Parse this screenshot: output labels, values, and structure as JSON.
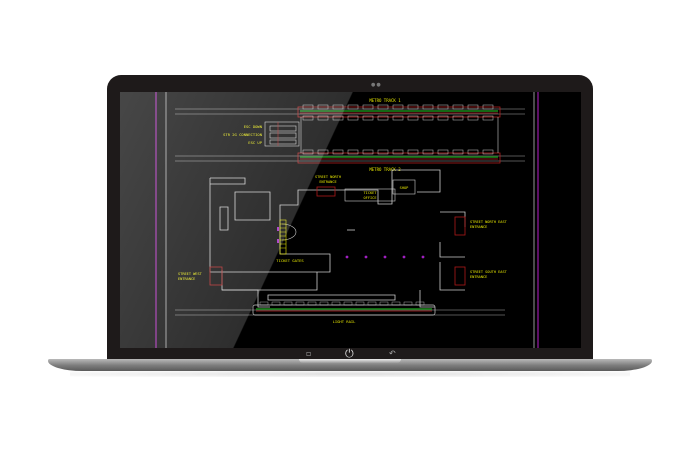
{
  "device": {
    "type": "laptop",
    "bezel_buttons": {
      "left_icon": "square-icon",
      "center_icon": "power-icon",
      "right_icon": "back-arrow-icon",
      "power_glyph": "⏻",
      "left_glyph": "▫",
      "right_glyph": "↶"
    },
    "camera_glyph": "●●"
  },
  "drawing": {
    "background": "#000000",
    "colors": {
      "walls": "#c8c8c8",
      "labels": "#e6e600",
      "entrances": "#b01818",
      "border_magenta": "#9a1aa8",
      "tracks_green": "#1a8a1a",
      "tracks_red": "#b02020",
      "markers": "#a020c0"
    },
    "labels": {
      "metro_track_1": "METRO TRACK 1",
      "metro_track_2": "METRO TRACK 2",
      "esc_down": "ESC DOWN",
      "stair_connection": "STR 2G CONNECTION",
      "esc_up": "ESC UP",
      "street_north_entrance_1": "STREET NORTH",
      "street_north_entrance_2": "ENTRANCE",
      "ticket_office_1": "TICKET",
      "ticket_office_2": "OFFICE",
      "shop": "SHOP",
      "street_north_east_1": "STREET NORTH EAST",
      "street_north_east_2": "ENTRANCE",
      "street_south_east_1": "STREET SOUTH EAST",
      "street_south_east_2": "ENTRANCE",
      "street_west_1": "STREET WEST",
      "street_west_2": "ENTRANCE",
      "ticket_gates": "TICKET GATES",
      "light_rail": "LIGHT RAIL"
    }
  }
}
